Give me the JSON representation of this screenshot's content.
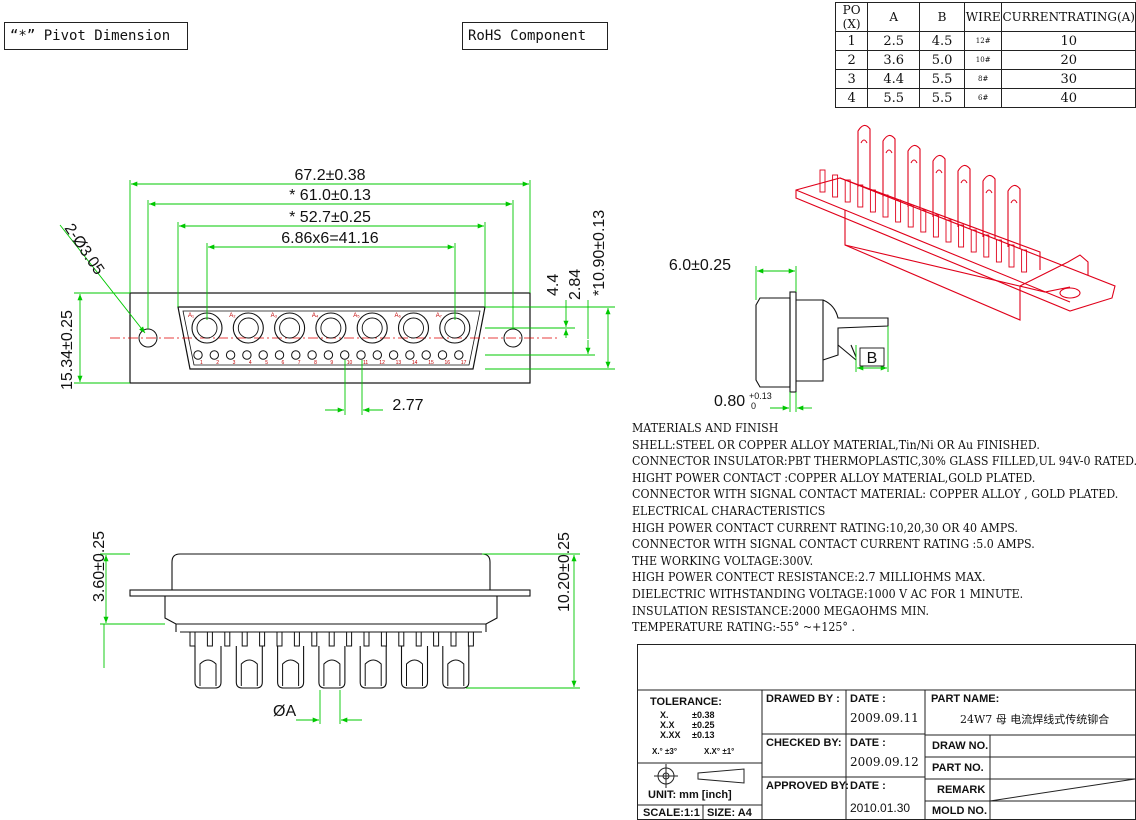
{
  "labels": {
    "pivot": "“*” Pivot Dimension",
    "rohs": "RoHS  Component"
  },
  "dims": {
    "overall": "67.2±0.38",
    "pivot_span": "* 61.0±0.13",
    "body_width": "* 52.7±0.25",
    "pitch": "6.86x6=41.16",
    "hole": "2-Ø3.05",
    "height_left": "15.34±0.25",
    "d44": "4.4",
    "d284": "2.84",
    "d1090": "*10.90±0.13",
    "signal_pitch": "2.77",
    "side_a": "6.0±0.25",
    "side_b": "B",
    "tol_base": "0.80",
    "tol_sup": "+0.13",
    "tol_sub": "0",
    "depth": "3.60±0.25",
    "total_height": "10.20±0.25",
    "dia_a": "ØA"
  },
  "pin_labels": {
    "power": [
      "A₁",
      "A₂",
      "A₃",
      "A₄",
      "A₅",
      "A₆",
      "A₇"
    ],
    "signal": [
      "1",
      "2",
      "3",
      "4",
      "5",
      "6",
      "7",
      "8",
      "9",
      "10",
      "11",
      "12",
      "13",
      "14",
      "15",
      "16",
      "17"
    ]
  },
  "po_table": {
    "headers": [
      "PO (X)",
      "A",
      "B",
      "WIRE",
      "CURRENTRATING(A)"
    ],
    "rows": [
      [
        "1",
        "2.5",
        "4.5",
        "12#",
        "10"
      ],
      [
        "2",
        "3.6",
        "5.0",
        "10#",
        "20"
      ],
      [
        "3",
        "4.4",
        "5.5",
        "8#",
        "30"
      ],
      [
        "4",
        "5.5",
        "5.5",
        "6#",
        "40"
      ]
    ]
  },
  "spec_lines": [
    "MATERIALS AND  FINISH",
    "SHELL:STEEL OR COPPER ALLOY MATERIAL,Tin/Ni OR Au FINISHED.",
    "CONNECTOR INSULATOR:PBT THERMOPLASTIC,30% GLASS FILLED,UL 94V-0 RATED.",
    "HIGHT POWER CONTACT :COPPER ALLOY MATERIAL,GOLD PLATED.",
    "CONNECTOR WITH SIGNAL CONTACT MATERIAL: COPPER ALLOY , GOLD PLATED.",
    "ELECTRICAL CHARACTERISTICS",
    "HIGH POWER CONTACT CURRENT RATING:10,20,30 OR 40 AMPS.",
    "CONNECTOR WITH SIGNAL CONTACT CURRENT RATING :5.0 AMPS.",
    "THE WORKING VOLTAGE:300V.",
    "HIGH POWER CONTECT RESISTANCE:2.7 MILLIOHMS MAX.",
    "DIELECTRIC WITHSTANDING VOLTAGE:1000 V AC FOR 1 MINUTE.",
    "INSULATION RESISTANCE:2000 MEGAOHMS MIN.",
    "TEMPERATURE RATING:-55° ~+125° ."
  ],
  "title_block": {
    "tolerance_title": "TOLERANCE:",
    "tol_rows": [
      [
        "X.",
        "±0.38"
      ],
      [
        "X.X",
        "±0.25"
      ],
      [
        "X.XX",
        "±0.13"
      ]
    ],
    "tol_angle1": "X.° ±3°",
    "tol_angle2": "X.X° ±1°",
    "unit": "UNIT: mm [inch]",
    "scale": "SCALE:1:1",
    "size": "SIZE: A4",
    "drawed_by": "DRAWED BY :",
    "checked_by": "CHECKED BY:",
    "approved_by": "APPROVED BY:",
    "date_label": "DATE :",
    "date1": "2009.09.11",
    "date2": "2009.09.12",
    "date3": "2010.01.30",
    "part_name_label": "PART NAME:",
    "part_name": "24W7 母 电流焊线式传统铆合",
    "draw_no": "DRAW NO.",
    "part_no": "PART NO.",
    "remark": "REMARK",
    "mold_no": "MOLD NO."
  },
  "colors": {
    "dim": "#00c800",
    "center": "#e00000",
    "outline": "#111111",
    "iso": "#e0001a"
  }
}
